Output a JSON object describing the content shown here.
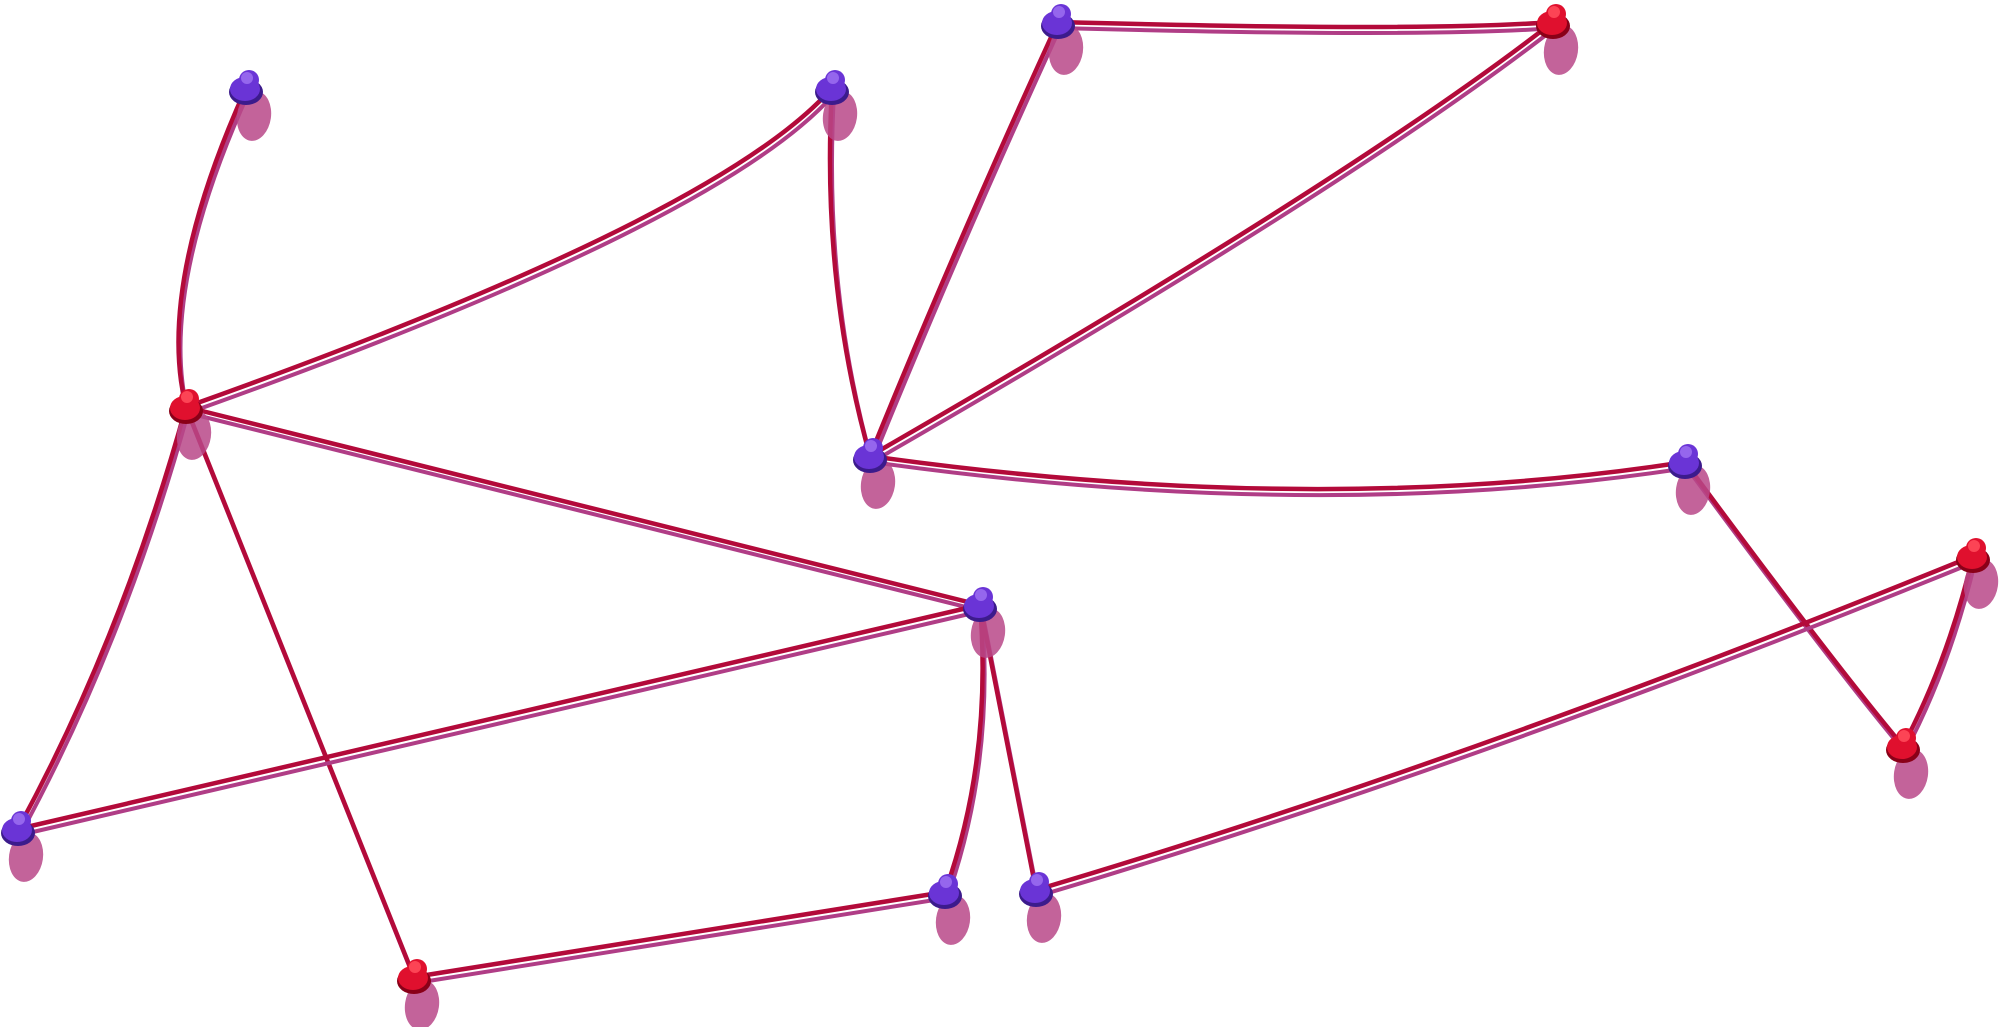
{
  "palette": {
    "background": "#ffffff",
    "edge_main": "#b30a3a",
    "edge_shadow": "#b03d86",
    "pin_shadow": "#b94888",
    "pin_purple": "#6a34d6",
    "pin_purple_dark": "#3c1b8c",
    "pin_purple_light": "#9a6cf0",
    "pin_red": "#e0102e",
    "pin_red_dark": "#8a0018",
    "pin_red_light": "#ff4a5a"
  },
  "pin_icon": "push-pin-icon",
  "nodes": [
    {
      "id": "n1",
      "color": "purple"
    },
    {
      "id": "n2",
      "color": "red"
    },
    {
      "id": "n3",
      "color": "purple"
    },
    {
      "id": "n4",
      "color": "purple"
    },
    {
      "id": "n5",
      "color": "red"
    },
    {
      "id": "n6",
      "color": "purple"
    },
    {
      "id": "n7",
      "color": "purple"
    },
    {
      "id": "n8",
      "color": "red"
    },
    {
      "id": "n9",
      "color": "purple"
    },
    {
      "id": "n10",
      "color": "purple"
    },
    {
      "id": "n11",
      "color": "red"
    },
    {
      "id": "n12",
      "color": "purple"
    },
    {
      "id": "n13",
      "color": "purple"
    },
    {
      "id": "n14",
      "color": "red"
    },
    {
      "id": "n15",
      "color": "purple"
    }
  ],
  "edges": [
    {
      "from": "n1",
      "to": "n2"
    },
    {
      "from": "n2",
      "to": "n3"
    },
    {
      "from": "n2",
      "to": "n9"
    },
    {
      "from": "n2",
      "to": "n10"
    },
    {
      "from": "n2",
      "to": "n11"
    },
    {
      "from": "n3",
      "to": "n6"
    },
    {
      "from": "n4",
      "to": "n5"
    },
    {
      "from": "n4",
      "to": "n6"
    },
    {
      "from": "n5",
      "to": "n6"
    },
    {
      "from": "n6",
      "to": "n7"
    },
    {
      "from": "n7",
      "to": "n14"
    },
    {
      "from": "n8",
      "to": "n14"
    },
    {
      "from": "n8",
      "to": "n13"
    },
    {
      "from": "n9",
      "to": "n10"
    },
    {
      "from": "n9",
      "to": "n12"
    },
    {
      "from": "n9",
      "to": "n13"
    },
    {
      "from": "n11",
      "to": "n12"
    }
  ]
}
